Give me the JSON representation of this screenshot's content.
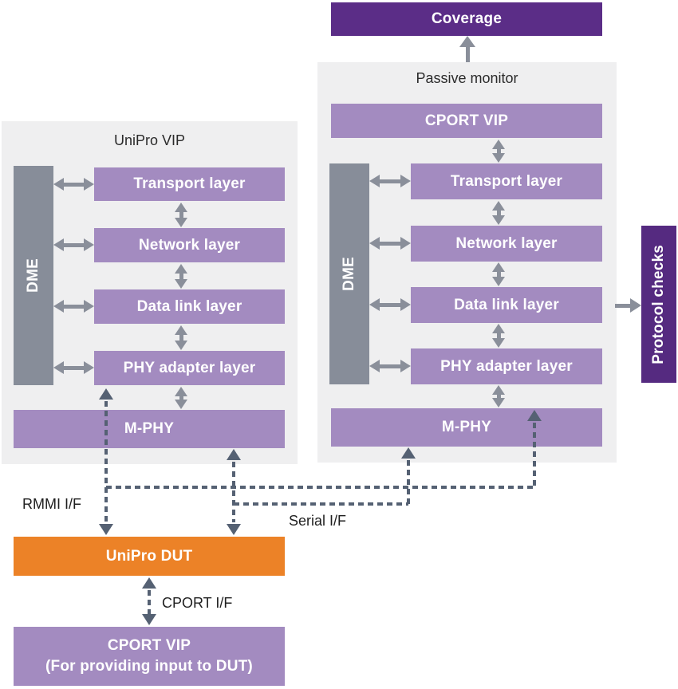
{
  "colors": {
    "coverage_box": "#5b2d87",
    "protocol_checks_box": "#552a80",
    "layer_box": "#a38bc0",
    "panel_background": "#efeff0",
    "dme_bar": "#878d99",
    "solid_arrow": "#8a8f9a",
    "dashed_line": "#556173",
    "dut_box": "#ec8227"
  },
  "coverage": {
    "label": "Coverage"
  },
  "unipro_vip": {
    "title": "UniPro VIP",
    "dme_label": "DME",
    "layers": [
      "Transport layer",
      "Network layer",
      "Data link layer",
      "PHY adapter layer"
    ],
    "mphy_label": "M-PHY"
  },
  "passive_monitor": {
    "title": "Passive monitor",
    "cport_vip_label": "CPORT VIP",
    "dme_label": "DME",
    "layers": [
      "Transport layer",
      "Network layer",
      "Data link layer",
      "PHY adapter layer"
    ],
    "mphy_label": "M-PHY"
  },
  "protocol_checks": {
    "label": "Protocol checks"
  },
  "interfaces": {
    "rmmi": "RMMI I/F",
    "serial": "Serial I/F",
    "cport": "CPORT I/F"
  },
  "dut": {
    "label": "UniPro DUT"
  },
  "cport_vip_stimulus": {
    "line1": "CPORT VIP",
    "line2": "(For providing input to DUT)"
  }
}
